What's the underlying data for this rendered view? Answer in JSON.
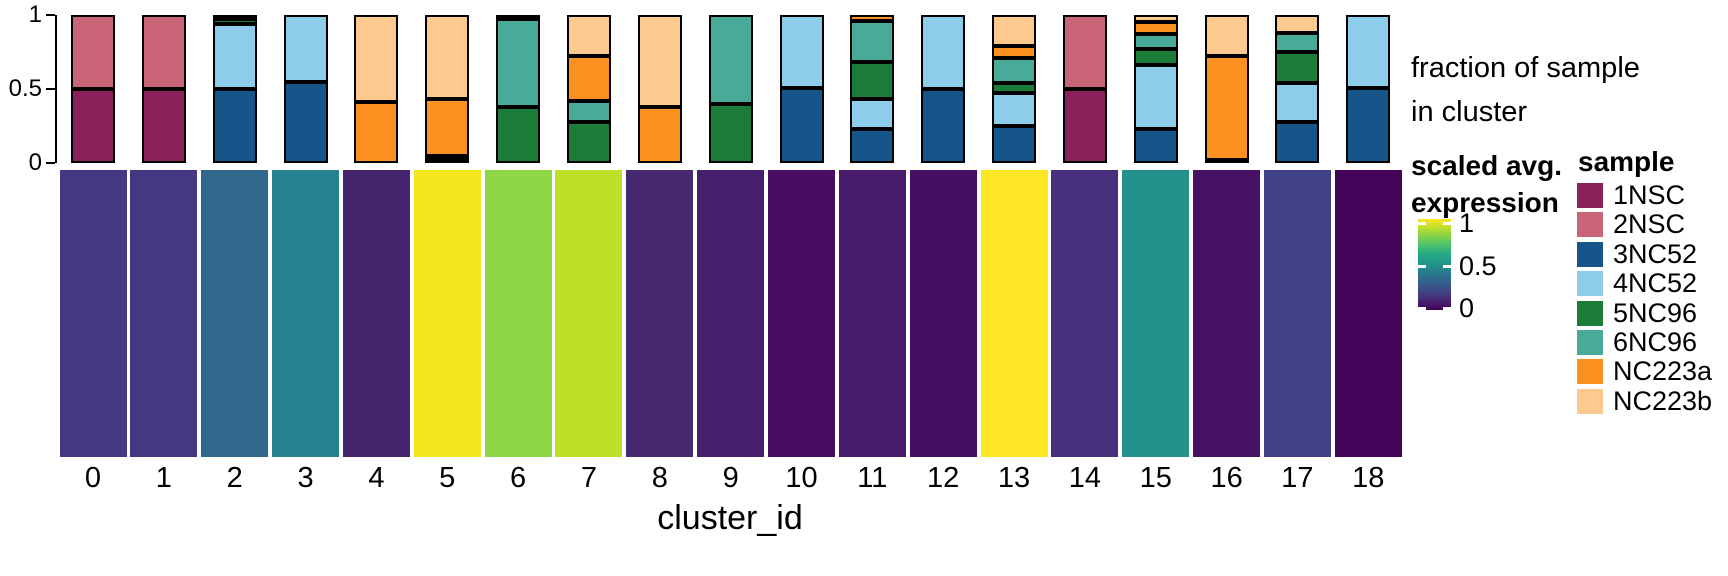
{
  "figure": {
    "background": "#ffffff",
    "text_color": "#000000"
  },
  "chart_data": [
    {
      "type": "bar",
      "subtype": "stacked-fractions",
      "title": "fraction of sample in cluster",
      "title_lines": [
        "fraction of sample",
        "in cluster"
      ],
      "xlabel": "cluster_id",
      "ylim": [
        0,
        1
      ],
      "ytick_labels": [
        "1",
        "0.5",
        "0"
      ],
      "ytick_values": [
        1,
        0.5,
        0
      ],
      "grid": false,
      "legend_title": "sample",
      "legend_position": "right",
      "categories": [
        "0",
        "1",
        "2",
        "3",
        "4",
        "5",
        "6",
        "7",
        "8",
        "9",
        "10",
        "11",
        "12",
        "13",
        "14",
        "15",
        "16",
        "17",
        "18"
      ],
      "stack_order_bottom_to_top": [
        "1NSC",
        "2NSC",
        "3NC52",
        "4NC52",
        "5NC96",
        "6NC96",
        "NC223a",
        "NC223b"
      ],
      "series": [
        {
          "name": "1NSC",
          "color": "#8a2259",
          "values": [
            0.5,
            0.5,
            0,
            0,
            0,
            0,
            0,
            0,
            0,
            0,
            0,
            0,
            0,
            0,
            0.5,
            0,
            0,
            0,
            0
          ]
        },
        {
          "name": "2NSC",
          "color": "#ca6577",
          "values": [
            0.5,
            0.5,
            0,
            0,
            0,
            0,
            0,
            0,
            0,
            0,
            0,
            0,
            0,
            0,
            0.5,
            0,
            0,
            0,
            0
          ]
        },
        {
          "name": "3NC52",
          "color": "#16558a",
          "values": [
            0,
            0,
            0.5,
            0.55,
            0,
            0,
            0,
            0,
            0,
            0,
            0.51,
            0.23,
            0.5,
            0.25,
            0,
            0.23,
            0,
            0.28,
            0.51
          ]
        },
        {
          "name": "4NC52",
          "color": "#8ecdea",
          "values": [
            0,
            0,
            0.44,
            0.45,
            0,
            0,
            0,
            0,
            0,
            0,
            0.49,
            0.2,
            0.5,
            0.22,
            0,
            0.43,
            0,
            0.26,
            0.49
          ]
        },
        {
          "name": "5NC96",
          "color": "#1b7d37",
          "values": [
            0,
            0,
            0.03,
            0,
            0,
            0.02,
            0.38,
            0.28,
            0,
            0.4,
            0,
            0.25,
            0,
            0.07,
            0,
            0.11,
            0.02,
            0.21,
            0
          ]
        },
        {
          "name": "6NC96",
          "color": "#48ab9a",
          "values": [
            0,
            0,
            0.03,
            0,
            0,
            0.03,
            0.59,
            0.14,
            0,
            0.6,
            0,
            0.28,
            0,
            0.17,
            0,
            0.1,
            0,
            0.13,
            0
          ]
        },
        {
          "name": "NC223a",
          "color": "#fb9120",
          "values": [
            0,
            0,
            0,
            0,
            0.41,
            0.38,
            0.03,
            0.3,
            0.38,
            0,
            0,
            0.04,
            0,
            0.08,
            0,
            0.08,
            0.7,
            0,
            0
          ]
        },
        {
          "name": "NC223b",
          "color": "#fdc98e",
          "values": [
            0,
            0,
            0,
            0,
            0.59,
            0.57,
            0,
            0.28,
            0.62,
            0,
            0,
            0,
            0,
            0.21,
            0,
            0.05,
            0.28,
            0.12,
            0
          ]
        }
      ]
    },
    {
      "type": "heatmap",
      "title": "scaled avg. expression",
      "title_lines": [
        "scaled avg.",
        "expression"
      ],
      "categories": [
        "0",
        "1",
        "2",
        "3",
        "4",
        "5",
        "6",
        "7",
        "8",
        "9",
        "10",
        "11",
        "12",
        "13",
        "14",
        "15",
        "16",
        "17",
        "18"
      ],
      "values": [
        0.15,
        0.15,
        0.43,
        0.55,
        0.1,
        0.98,
        0.84,
        0.91,
        0.12,
        0.09,
        0.02,
        0.08,
        0.04,
        1.0,
        0.15,
        0.51,
        0.05,
        0.23,
        0.01
      ],
      "cell_colors": [
        "#453781",
        "#453781",
        "#31688e",
        "#26828e",
        "#46246e",
        "#f4e61e",
        "#8ed645",
        "#bddf26",
        "#462971",
        "#461f6d",
        "#470d60",
        "#471d6b",
        "#460e61",
        "#fde725",
        "#472f7e",
        "#24918c",
        "#471164",
        "#414287",
        "#44045a"
      ],
      "colorbar": {
        "tick_labels": [
          "1",
          "0.5",
          "0"
        ],
        "tick_values": [
          1,
          0.5,
          0
        ],
        "gradient_bottom_to_top": [
          "#440154",
          "#472d7b",
          "#3b528b",
          "#2c718e",
          "#21918c",
          "#27ad81",
          "#5ec962",
          "#aadc32",
          "#fde725"
        ]
      }
    }
  ],
  "legend": {
    "title": "sample",
    "entries": [
      {
        "label": "1NSC",
        "color": "#8a2259"
      },
      {
        "label": "2NSC",
        "color": "#ca6577"
      },
      {
        "label": "3NC52",
        "color": "#16558a"
      },
      {
        "label": "4NC52",
        "color": "#8ecdea"
      },
      {
        "label": "5NC96",
        "color": "#1b7d37"
      },
      {
        "label": "6NC96",
        "color": "#48ab9a"
      },
      {
        "label": "NC223a",
        "color": "#fb9120"
      },
      {
        "label": "NC223b",
        "color": "#fdc98e"
      }
    ]
  }
}
